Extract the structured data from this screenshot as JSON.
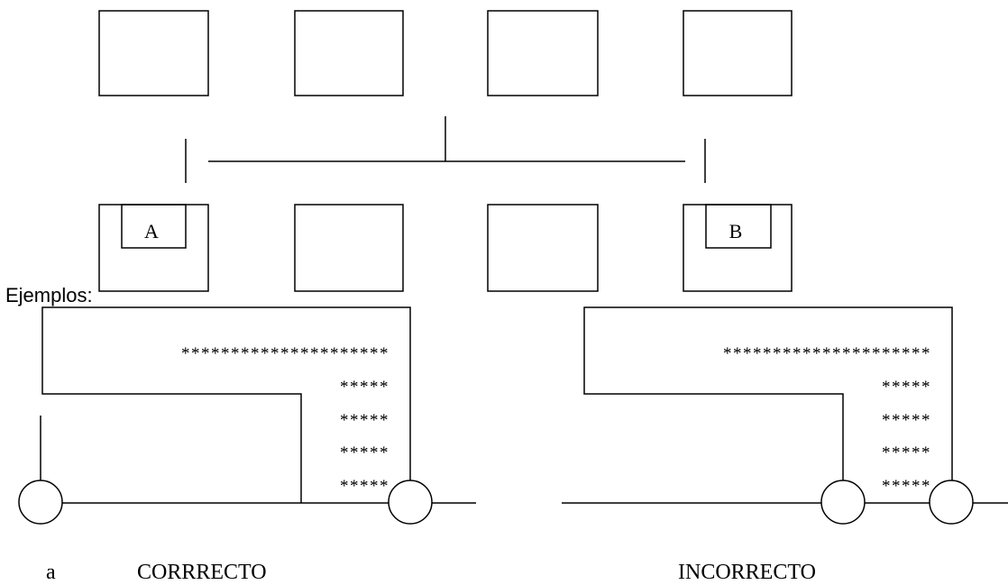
{
  "top_diagram": {
    "box_a_label": "A",
    "box_b_label": "B"
  },
  "examples_heading": "Ejemplos:",
  "stars": {
    "long_row": "*********************",
    "short_row": "*****"
  },
  "left_example": {
    "marker": "a",
    "caption": "CORRRECTO"
  },
  "right_example": {
    "caption": "INCORRECTO"
  }
}
